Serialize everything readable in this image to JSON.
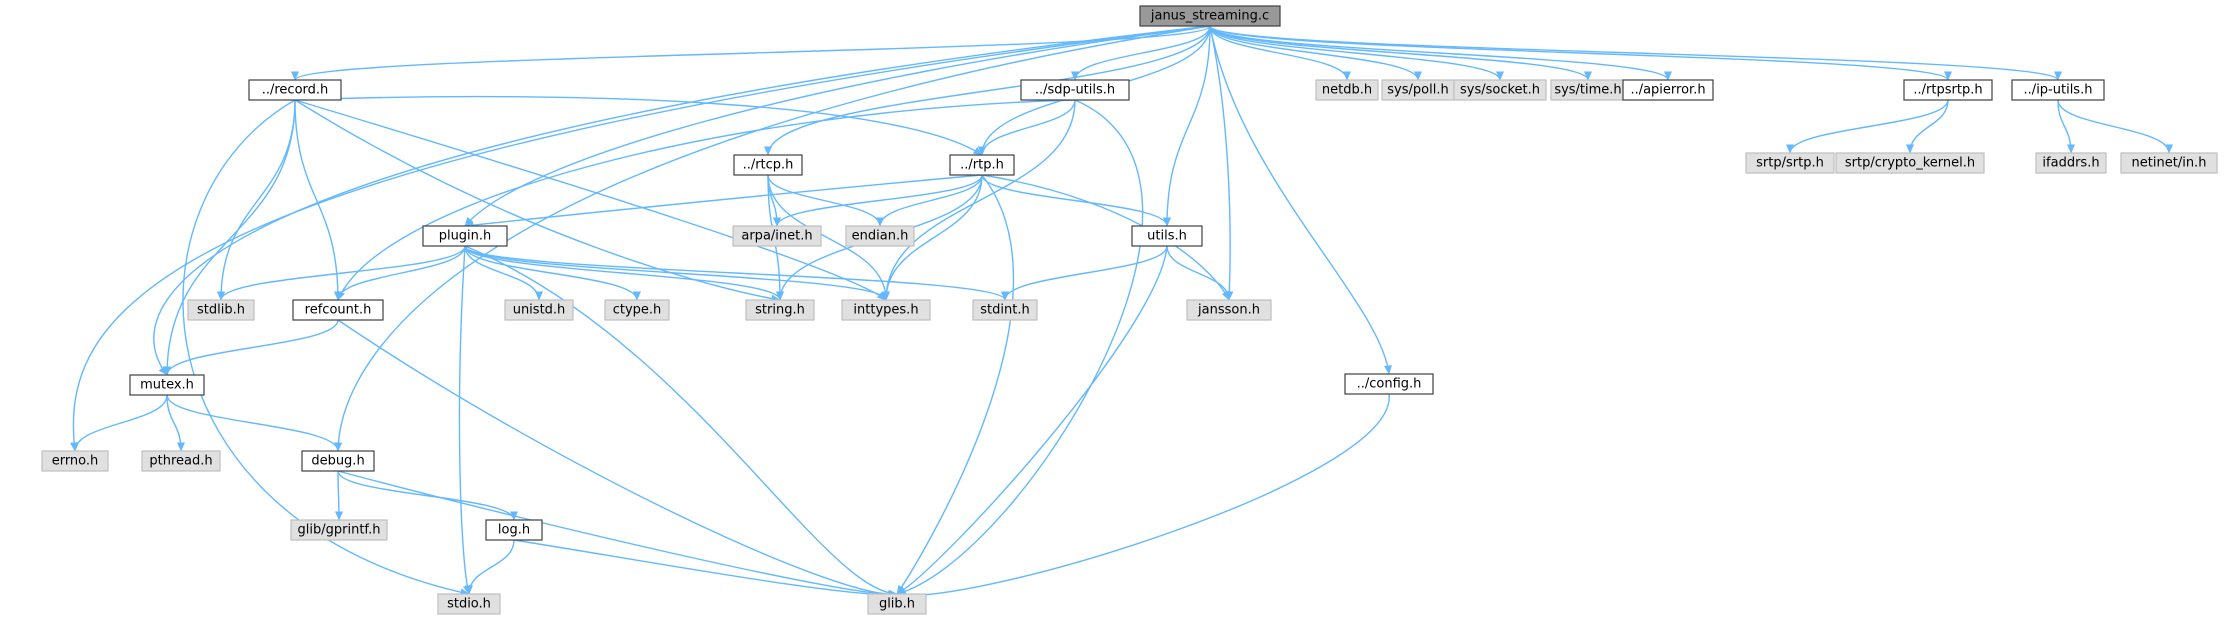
{
  "diagram": {
    "colors": {
      "root_fill": "#999999",
      "internal_fill": "#ffffff",
      "external_fill": "#e0e0e0",
      "border": "#404040",
      "external_border": "#bfbfbf",
      "edge": "#63b8ff"
    },
    "nodes": [
      {
        "id": "janus_streaming",
        "label": "janus_streaming.c",
        "kind": "root"
      },
      {
        "id": "record",
        "label": "../record.h",
        "kind": "internal"
      },
      {
        "id": "sdp_utils",
        "label": "../sdp-utils.h",
        "kind": "internal"
      },
      {
        "id": "netdb",
        "label": "netdb.h",
        "kind": "external"
      },
      {
        "id": "sys_poll",
        "label": "sys/poll.h",
        "kind": "external"
      },
      {
        "id": "sys_socket",
        "label": "sys/socket.h",
        "kind": "external"
      },
      {
        "id": "sys_time",
        "label": "sys/time.h",
        "kind": "external"
      },
      {
        "id": "apierror",
        "label": "../apierror.h",
        "kind": "internal"
      },
      {
        "id": "rtpsrtp",
        "label": "../rtpsrtp.h",
        "kind": "internal"
      },
      {
        "id": "ip_utils",
        "label": "../ip-utils.h",
        "kind": "internal"
      },
      {
        "id": "srtp_srtp",
        "label": "srtp/srtp.h",
        "kind": "external"
      },
      {
        "id": "srtp_crypto",
        "label": "srtp/crypto_kernel.h",
        "kind": "external"
      },
      {
        "id": "ifaddrs",
        "label": "ifaddrs.h",
        "kind": "external"
      },
      {
        "id": "netinet_in",
        "label": "netinet/in.h",
        "kind": "external"
      },
      {
        "id": "rtcp",
        "label": "../rtcp.h",
        "kind": "internal"
      },
      {
        "id": "rtp",
        "label": "../rtp.h",
        "kind": "internal"
      },
      {
        "id": "arpa_inet",
        "label": "arpa/inet.h",
        "kind": "external"
      },
      {
        "id": "endian",
        "label": "endian.h",
        "kind": "external"
      },
      {
        "id": "utils",
        "label": "utils.h",
        "kind": "internal"
      },
      {
        "id": "plugin",
        "label": "plugin.h",
        "kind": "internal"
      },
      {
        "id": "stdlib",
        "label": "stdlib.h",
        "kind": "external"
      },
      {
        "id": "refcount",
        "label": "refcount.h",
        "kind": "internal"
      },
      {
        "id": "unistd",
        "label": "unistd.h",
        "kind": "external"
      },
      {
        "id": "ctype",
        "label": "ctype.h",
        "kind": "external"
      },
      {
        "id": "string",
        "label": "string.h",
        "kind": "external"
      },
      {
        "id": "inttypes",
        "label": "inttypes.h",
        "kind": "external"
      },
      {
        "id": "stdint",
        "label": "stdint.h",
        "kind": "external"
      },
      {
        "id": "jansson",
        "label": "jansson.h",
        "kind": "external"
      },
      {
        "id": "config",
        "label": "../config.h",
        "kind": "internal"
      },
      {
        "id": "mutex",
        "label": "mutex.h",
        "kind": "internal"
      },
      {
        "id": "errno",
        "label": "errno.h",
        "kind": "external"
      },
      {
        "id": "pthread",
        "label": "pthread.h",
        "kind": "external"
      },
      {
        "id": "debug",
        "label": "debug.h",
        "kind": "internal"
      },
      {
        "id": "glib_gprintf",
        "label": "glib/gprintf.h",
        "kind": "external"
      },
      {
        "id": "log",
        "label": "log.h",
        "kind": "internal"
      },
      {
        "id": "stdio",
        "label": "stdio.h",
        "kind": "external"
      },
      {
        "id": "glib",
        "label": "glib.h",
        "kind": "external"
      }
    ],
    "edges": [
      [
        "janus_streaming",
        "record"
      ],
      [
        "janus_streaming",
        "sdp_utils"
      ],
      [
        "janus_streaming",
        "netdb"
      ],
      [
        "janus_streaming",
        "sys_poll"
      ],
      [
        "janus_streaming",
        "sys_socket"
      ],
      [
        "janus_streaming",
        "sys_time"
      ],
      [
        "janus_streaming",
        "apierror"
      ],
      [
        "janus_streaming",
        "rtpsrtp"
      ],
      [
        "janus_streaming",
        "ip_utils"
      ],
      [
        "janus_streaming",
        "rtcp"
      ],
      [
        "janus_streaming",
        "rtp"
      ],
      [
        "janus_streaming",
        "utils"
      ],
      [
        "janus_streaming",
        "plugin"
      ],
      [
        "janus_streaming",
        "jansson"
      ],
      [
        "janus_streaming",
        "config"
      ],
      [
        "janus_streaming",
        "mutex"
      ],
      [
        "janus_streaming",
        "errno"
      ],
      [
        "janus_streaming",
        "debug"
      ],
      [
        "record",
        "rtp"
      ],
      [
        "record",
        "stdlib"
      ],
      [
        "record",
        "refcount"
      ],
      [
        "record",
        "string"
      ],
      [
        "record",
        "inttypes"
      ],
      [
        "record",
        "mutex"
      ],
      [
        "record",
        "stdio"
      ],
      [
        "sdp_utils",
        "rtp"
      ],
      [
        "sdp_utils",
        "refcount"
      ],
      [
        "sdp_utils",
        "inttypes"
      ],
      [
        "sdp_utils",
        "glib"
      ],
      [
        "rtpsrtp",
        "srtp_srtp"
      ],
      [
        "rtpsrtp",
        "srtp_crypto"
      ],
      [
        "ip_utils",
        "ifaddrs"
      ],
      [
        "ip_utils",
        "netinet_in"
      ],
      [
        "rtcp",
        "arpa_inet"
      ],
      [
        "rtcp",
        "endian"
      ],
      [
        "rtcp",
        "inttypes"
      ],
      [
        "rtcp",
        "string"
      ],
      [
        "rtp",
        "arpa_inet"
      ],
      [
        "rtp",
        "endian"
      ],
      [
        "rtp",
        "inttypes"
      ],
      [
        "rtp",
        "string"
      ],
      [
        "rtp",
        "glib"
      ],
      [
        "rtp",
        "utils"
      ],
      [
        "rtp",
        "plugin"
      ],
      [
        "rtp",
        "jansson"
      ],
      [
        "utils",
        "stdint"
      ],
      [
        "utils",
        "glib"
      ],
      [
        "utils",
        "jansson"
      ],
      [
        "plugin",
        "stdlib"
      ],
      [
        "plugin",
        "refcount"
      ],
      [
        "plugin",
        "unistd"
      ],
      [
        "plugin",
        "ctype"
      ],
      [
        "plugin",
        "string"
      ],
      [
        "plugin",
        "inttypes"
      ],
      [
        "plugin",
        "stdint"
      ],
      [
        "plugin",
        "glib"
      ],
      [
        "plugin",
        "stdio"
      ],
      [
        "refcount",
        "mutex"
      ],
      [
        "refcount",
        "glib"
      ],
      [
        "mutex",
        "errno"
      ],
      [
        "mutex",
        "pthread"
      ],
      [
        "mutex",
        "debug"
      ],
      [
        "debug",
        "glib_gprintf"
      ],
      [
        "debug",
        "log"
      ],
      [
        "debug",
        "glib"
      ],
      [
        "log",
        "stdio"
      ],
      [
        "log",
        "glib"
      ],
      [
        "config",
        "glib"
      ]
    ]
  }
}
